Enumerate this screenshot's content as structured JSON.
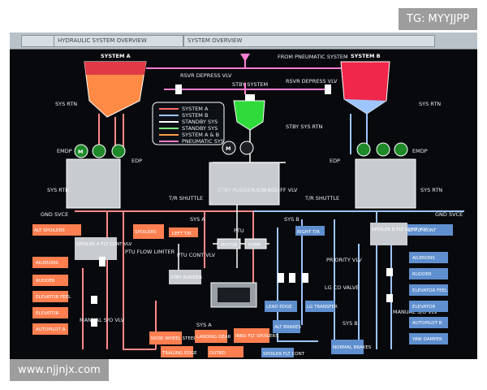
{
  "topbar": {
    "tab1": "HYDRAULIC SYSTEM OVERVIEW",
    "tab2": "SYSTEM OVERVIEW"
  },
  "overlays": {
    "top_right": "TG: MYYJJPP",
    "bottom_left": "www.njjnjx.com"
  },
  "labels": {
    "system_a": "SYSTEM A",
    "system_b": "SYSTEM B",
    "from_pneumatic": "FROM PNEUMATIC SYSTEM",
    "rsvr_depress_a": "RSVR DEPRESS VLV",
    "rsvr_depress_b": "RSVR DEPRESS VLV",
    "stby_system": "STBY SYSTEM",
    "sys_rtn_a": "SYS RTN",
    "sys_rtn_b": "SYS RTN",
    "stby_sys_rtn": "STBY SYS RTN",
    "edp_a": "EDP",
    "edp_b": "EDP",
    "emdp_a": "EMDP",
    "emdp_b": "EMDP",
    "sys_rtn_left": "SYS RTN",
    "sys_rtn_right": "SYS RTN",
    "gnd_svce_left": "GND SVCE",
    "gnd_svce_right": "GND SVCE",
    "stby_rudder": "STBY RUDDER S/O VLV",
    "lc_shutoff": "LC SHUTOFF VLV",
    "tr_shuttle_l": "T/R SHUTTLE",
    "tr_shuttle_r": "T/R SHUTTLE",
    "sys_a_mid": "SYS A",
    "sys_b_mid": "SYS B",
    "ptu": "PTU",
    "motor": "MOTOR",
    "pump": "PUMP",
    "ptu_flow_limiter": "PTU FLOW LIMITER",
    "ptu_cont_vlv": "PTU CONT VLV",
    "priority_vlv": "PRIORITY VLV",
    "lg_co_valve": "LG CO VALVE",
    "manual_vlv_a": "MANUAL S/O VLV",
    "manual_vlv_b": "MANUAL S/O VLV",
    "sys_a_bottom": "SYS A",
    "sys_b_bottom": "SYS B"
  },
  "legend": [
    {
      "label": "SYSTEM A",
      "color": "#ff6b6b"
    },
    {
      "label": "SYSTEM B",
      "color": "#9ec5ff"
    },
    {
      "label": "STANDBY SYS",
      "color": "#ffffff"
    },
    {
      "label": "STANDBY SYS",
      "color": "#7ff07f"
    },
    {
      "label": "SYSTEM A & B",
      "color": "#ff9a4a"
    },
    {
      "label": "PNEUMATIC SYS",
      "color": "#ff7fd0"
    }
  ],
  "left_boxes": [
    "AILERONS",
    "RUDDER",
    "ELEVATOR FEEL",
    "ELEVATOR",
    "AUTOPILOT A"
  ],
  "right_boxes": [
    "AILERONS",
    "RUDDER",
    "ELEVATOR FEEL",
    "ELEVATOR",
    "AUTOPILOT B",
    "YAW DAMPER"
  ],
  "center_boxes": {
    "left_tr": "LEFT T/R",
    "right_tr": "RIGHT T/R",
    "stby_rudder_box": "STBY RUDDER",
    "alt_brakes": "ALT BRAKES",
    "normal_brakes": "NORMAL BRAKES",
    "nose_wheel": "NOSE WHEEL STEERING",
    "landing_gear": "LANDING GEAR",
    "inbd_flt_spoilers": "INBD FLT SPOILERS",
    "spoiler_a": "SPOILERS",
    "outbd": "OUTBD",
    "spoiler_b": "SPOILER FLT CONT",
    "alt_spoilers": "ALT SPOILERS",
    "lead_edge": "LEAD EDGE",
    "trailing_edge": "TRAILING EDGE",
    "lg_transfer": "LG TRANSFER",
    "flt_cont_a": "SPOILER A FLT CONT VLV",
    "flt_cont_b": "SPOILER B FLT CONT VLV",
    "alt_flt_cont": "ALT FLT CONT"
  }
}
